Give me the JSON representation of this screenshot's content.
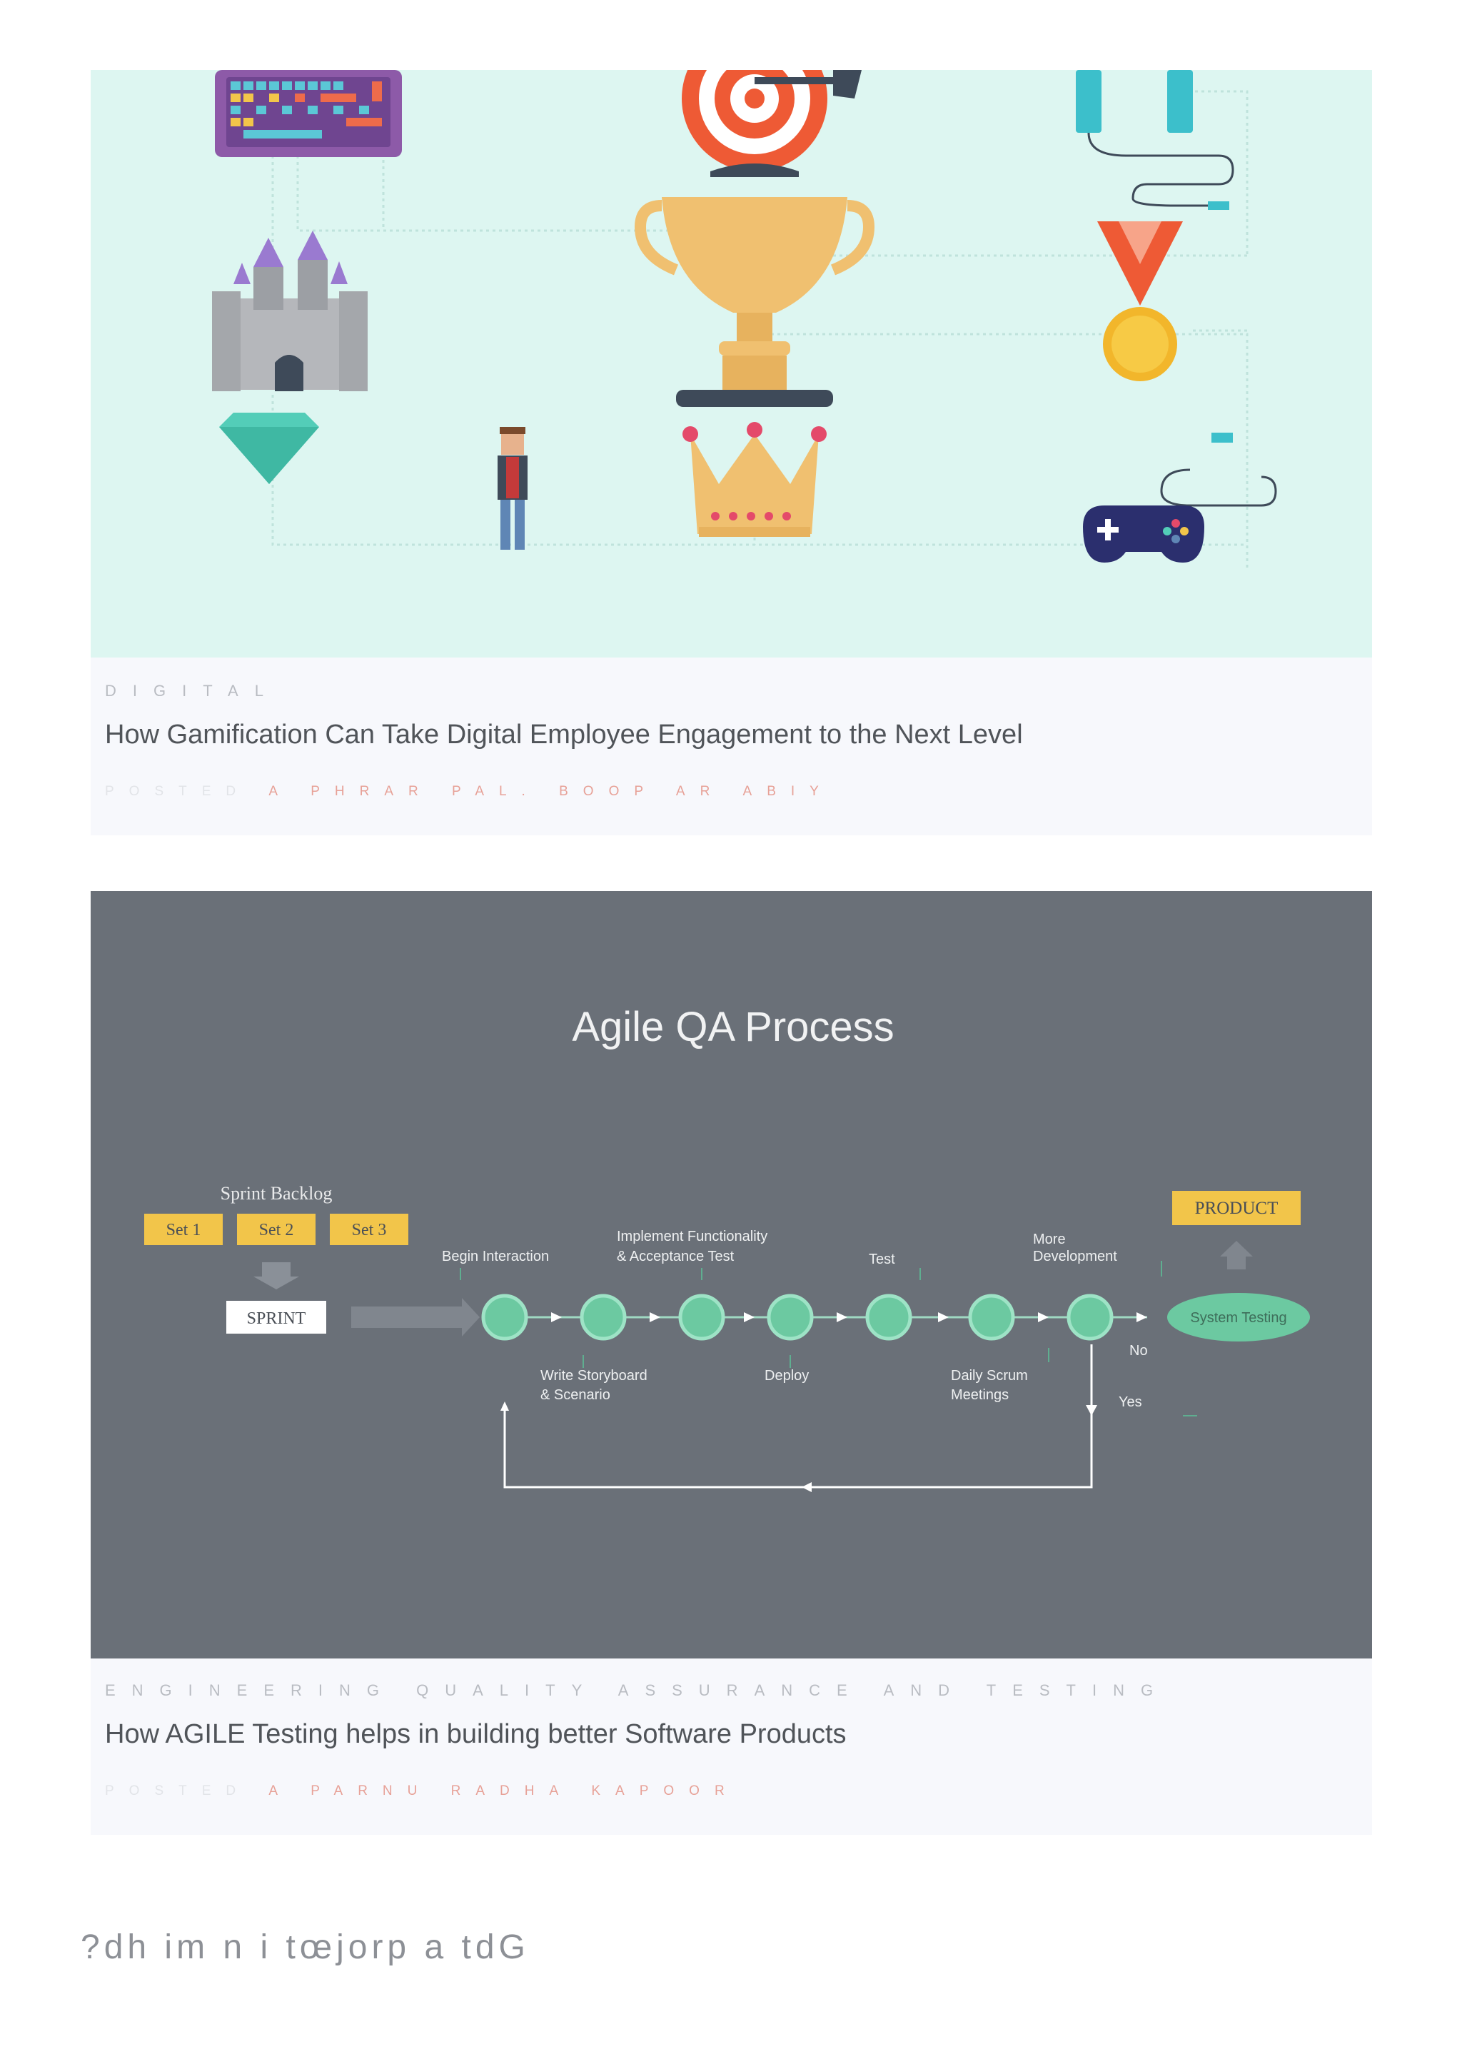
{
  "posts": [
    {
      "category": "DIGITAL",
      "title": "How Gamification Can Take Digital Employee Engagement to the Next Level",
      "byline_prefix": "POSTED",
      "byline_author": "A PHRAR PAL. BOOP AR ABIY",
      "image": {
        "alt": "gamification illustration",
        "icons": [
          "keyboard-icon",
          "target-icon",
          "headphones-icon",
          "castle-icon",
          "trophy-icon",
          "medal-icon",
          "diamond-icon",
          "character-icon",
          "crown-icon",
          "gamepad-icon"
        ]
      }
    },
    {
      "category": "ENGINEERING QUALITY ASSURANCE AND TESTING",
      "title": "How AGILE Testing helps in building better Software Products",
      "byline_prefix": "POSTED",
      "byline_author": "A PARNU RADHA KAPOOR",
      "image": {
        "heading": "Agile QA Process",
        "sprint_backlog": "Sprint Backlog",
        "sets": [
          "Set 1",
          "Set 2",
          "Set 3"
        ],
        "sprint": "SPRINT",
        "product": "PRODUCT",
        "system_testing": "System Testing",
        "labels_top": [
          "Begin Interaction",
          "Implement Functionality",
          "& Acceptance Test",
          "Test",
          "More",
          "Development"
        ],
        "labels_bottom": [
          "Write Storyboard",
          "& Scenario",
          "Deploy",
          "Daily Scrum",
          "Meetings"
        ],
        "no": "No",
        "yes": "Yes"
      }
    }
  ],
  "footer": {
    "text": "?dh im n i  tœjorp a  tdG"
  },
  "colors": {
    "hero1_bg": "#ddf6f1",
    "hero2_bg": "#6a7078",
    "accent_salmon": "#e7a197",
    "node_green": "#6cc9a1",
    "set_yellow": "#f2c54a"
  }
}
